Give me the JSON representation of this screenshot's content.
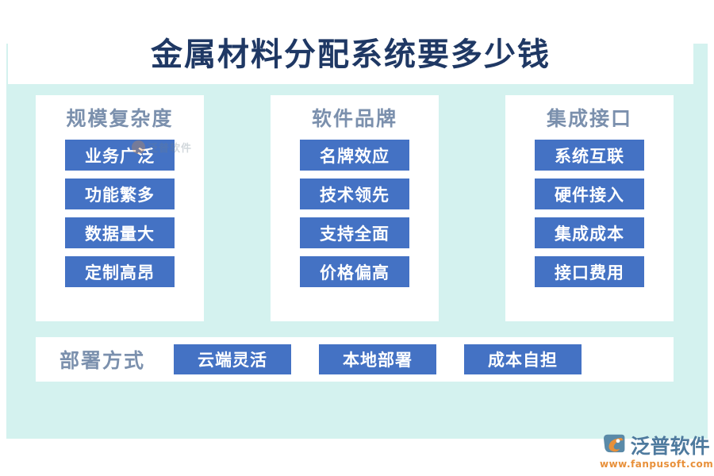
{
  "page": {
    "title": "金属材料分配系统要多少钱",
    "background_color": "#ffffff",
    "panel_color": "#d4f2ef",
    "card_color": "#ffffff",
    "chip_color": "#4472c4",
    "title_color": "#1f3864",
    "heading_color": "#7b90ad"
  },
  "columns": [
    {
      "heading": "规模复杂度",
      "items": [
        "业务广泛",
        "功能繁多",
        "数据量大",
        "定制高昂"
      ]
    },
    {
      "heading": "软件品牌",
      "items": [
        "名牌效应",
        "技术领先",
        "支持全面",
        "价格偏高"
      ]
    },
    {
      "heading": "集成接口",
      "items": [
        "系统互联",
        "硬件接入",
        "集成成本",
        "接口费用"
      ]
    }
  ],
  "bottom_row": {
    "label": "部署方式",
    "items": [
      "云端灵活",
      "本地部署",
      "成本自担"
    ]
  },
  "watermark": {
    "text": "泛普软件"
  },
  "brand": {
    "name": "泛普软件",
    "url": "www.fanpusoft.com",
    "mark_color": "#e8903a",
    "accent_color": "#4e7a9e"
  }
}
